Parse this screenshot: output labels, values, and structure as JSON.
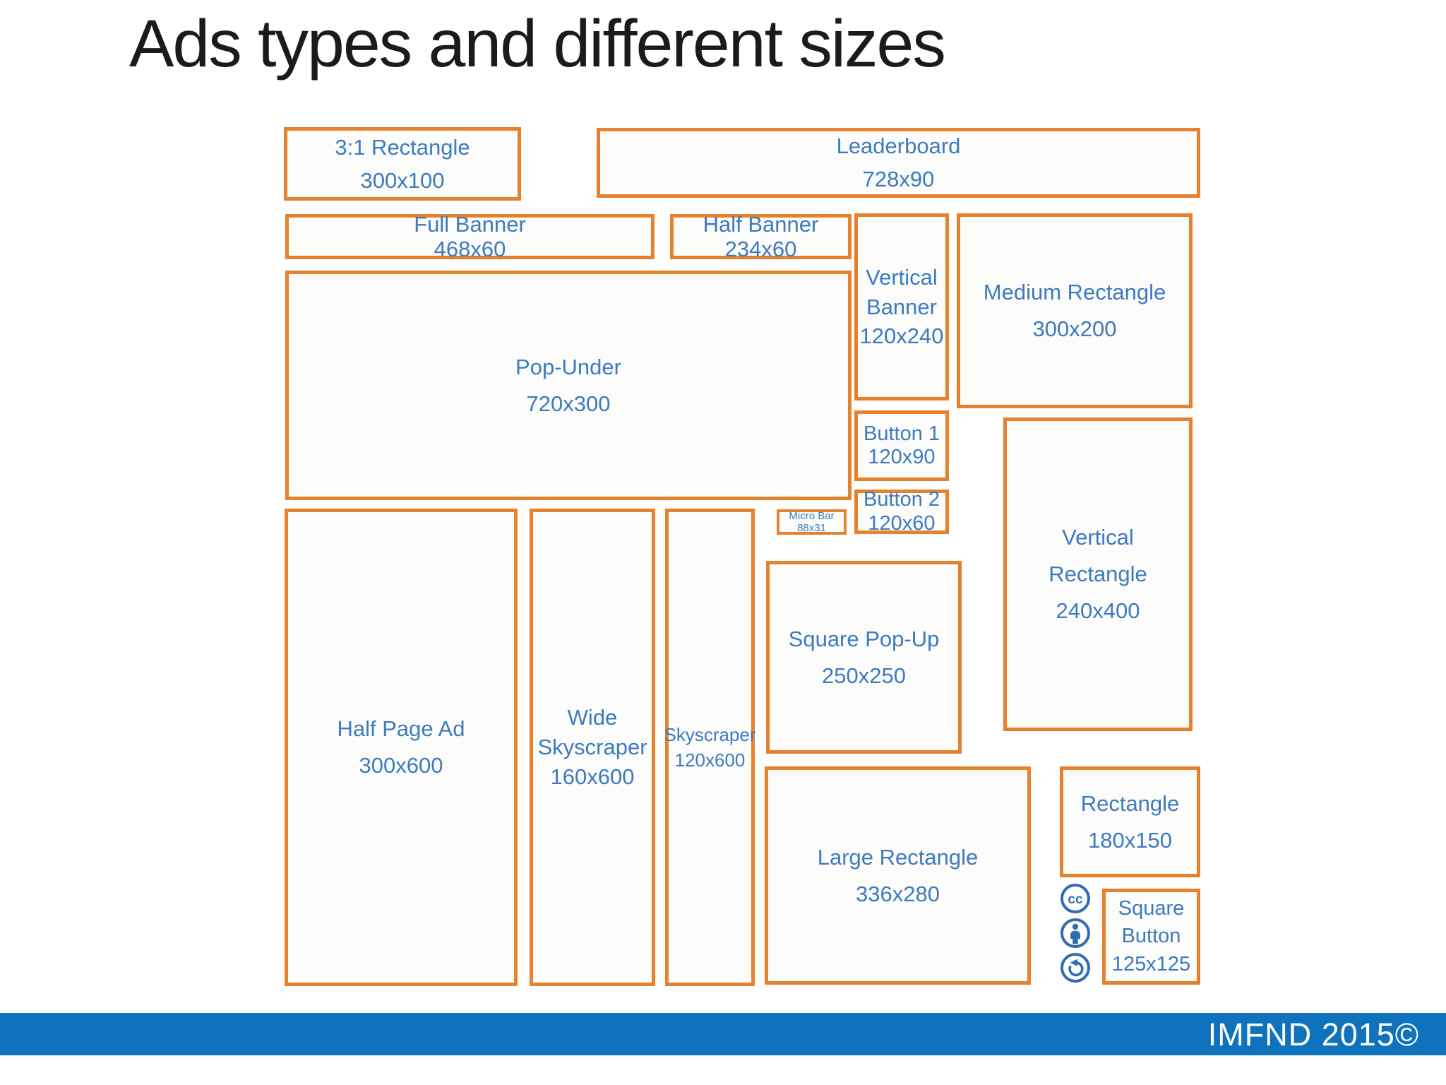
{
  "title": "Ads types and different sizes",
  "boxes": {
    "rect31": {
      "name": "3:1 Rectangle",
      "size": "300x100"
    },
    "leaderboard": {
      "name": "Leaderboard",
      "size": "728x90"
    },
    "full_banner": {
      "name": "Full Banner",
      "size": "468x60"
    },
    "half_banner": {
      "name": "Half Banner",
      "size": "234x60"
    },
    "vertical_banner": {
      "line1": "Vertical",
      "line2": "Banner",
      "size": "120x240"
    },
    "medium_rectangle": {
      "name": "Medium Rectangle",
      "size": "300x200"
    },
    "pop_under": {
      "name": "Pop-Under",
      "size": "720x300"
    },
    "button_1": {
      "name": "Button 1",
      "size": "120x90"
    },
    "button_2": {
      "name": "Button 2",
      "size": "120x60"
    },
    "micro_bar": {
      "name": "Micro Bar",
      "size": "88x31"
    },
    "vertical_rectangle": {
      "line1": "Vertical",
      "line2": "Rectangle",
      "size": "240x400"
    },
    "half_page_ad": {
      "name": "Half Page Ad",
      "size": "300x600"
    },
    "wide_skyscraper": {
      "line1": "Wide",
      "line2": "Skyscraper",
      "size": "160x600"
    },
    "skyscraper": {
      "name": "Skyscraper",
      "size": "120x600"
    },
    "square_popup": {
      "name": "Square Pop-Up",
      "size": "250x250"
    },
    "large_rectangle": {
      "name": "Large Rectangle",
      "size": "336x280"
    },
    "rectangle_180": {
      "name": "Rectangle",
      "size": "180x150"
    },
    "square_button": {
      "line1": "Square",
      "line2": "Button",
      "size": "125x125"
    }
  },
  "license_icons": [
    {
      "icon": "creative-commons-icon"
    },
    {
      "icon": "attribution-icon"
    },
    {
      "icon": "share-alike-icon"
    }
  ],
  "footer": {
    "text": "IMFND 2015©"
  },
  "colors": {
    "box_border": "#E6822E",
    "label_blue": "#3D7ABF",
    "icon_blue": "#2F6DB2",
    "footer_blue": "#0F72BD",
    "title_black": "#1B1B1B"
  }
}
